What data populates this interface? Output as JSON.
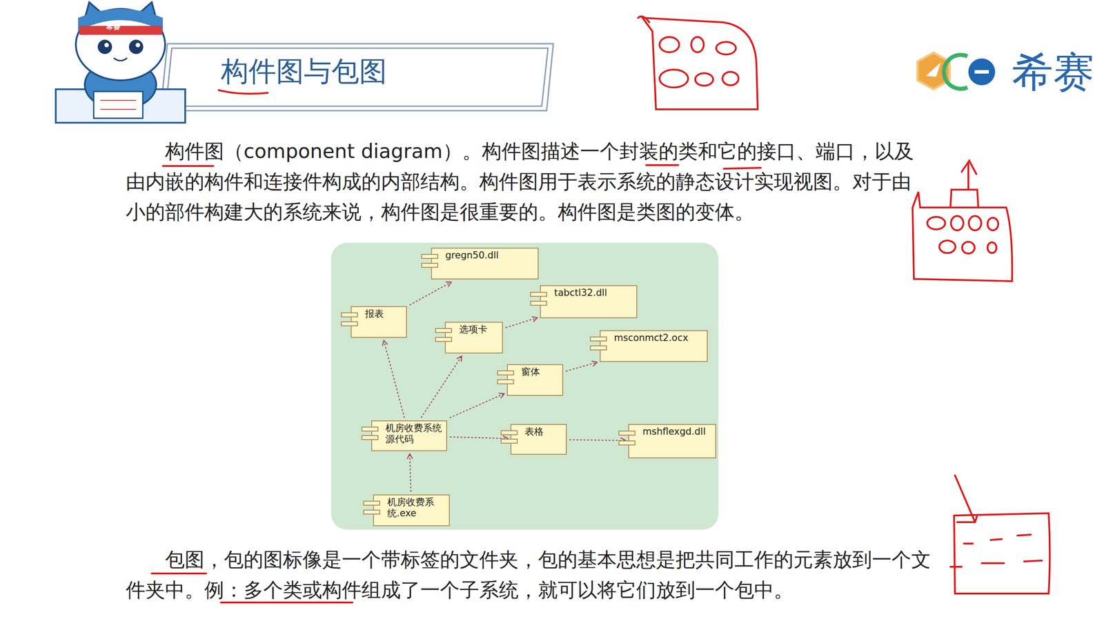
{
  "diagram": {
    "title": "构件图与包图",
    "nodes": [
      {
        "text": [
          "gregn50.dll"
        ]
      },
      {
        "text": [
          "tabctl32.dll"
        ]
      },
      {
        "text": [
          "报表"
        ]
      },
      {
        "text": [
          "选项卡"
        ]
      },
      {
        "text": [
          "msconmct2.ocx"
        ]
      },
      {
        "text": [
          "窗体"
        ]
      },
      {
        "text": [
          "机房收费系统源代码"
        ]
      },
      {
        "text": [
          "表格"
        ]
      },
      {
        "text": [
          "mshflexgd.dll"
        ]
      },
      {
        "text": [
          "机房收费系统.exe"
        ]
      }
    ],
    "edges": [
      {
        "from": 2,
        "to": 0,
        "arrow": "to"
      },
      {
        "from": 3,
        "to": 1,
        "arrow": "to"
      },
      {
        "from": 5,
        "to": 4,
        "arrow": "to"
      },
      {
        "from": 6,
        "to": 2,
        "arrow": "to"
      },
      {
        "from": 6,
        "to": 3,
        "arrow": "to"
      },
      {
        "from": 6,
        "to": 5,
        "arrow": "to"
      },
      {
        "from": 6,
        "to": 7,
        "arrow": "to"
      },
      {
        "from": 7,
        "to": 8,
        "arrow": "to"
      },
      {
        "from": 9,
        "to": 6,
        "arrow": "to"
      }
    ],
    "labels": [
      "希赛",
      "希赛",
      "构件图（component diagram）。构件图描述一个封装的类和它的接口、端口，以及由内嵌的构件和连接件构成的内部结构。构件图用于表示系统的静态设计实现视图。对于由小的部件构建大的系统来说，构件图是很重要的。构件图是类图的变体。",
      "包图，包的图标像是一个带标签的文件夹，包的基本思想是把共同工作的元素放到一个文件夹中。例：多个类或构件组成了一个子系统，就可以将它们放到一个包中。"
    ]
  }
}
